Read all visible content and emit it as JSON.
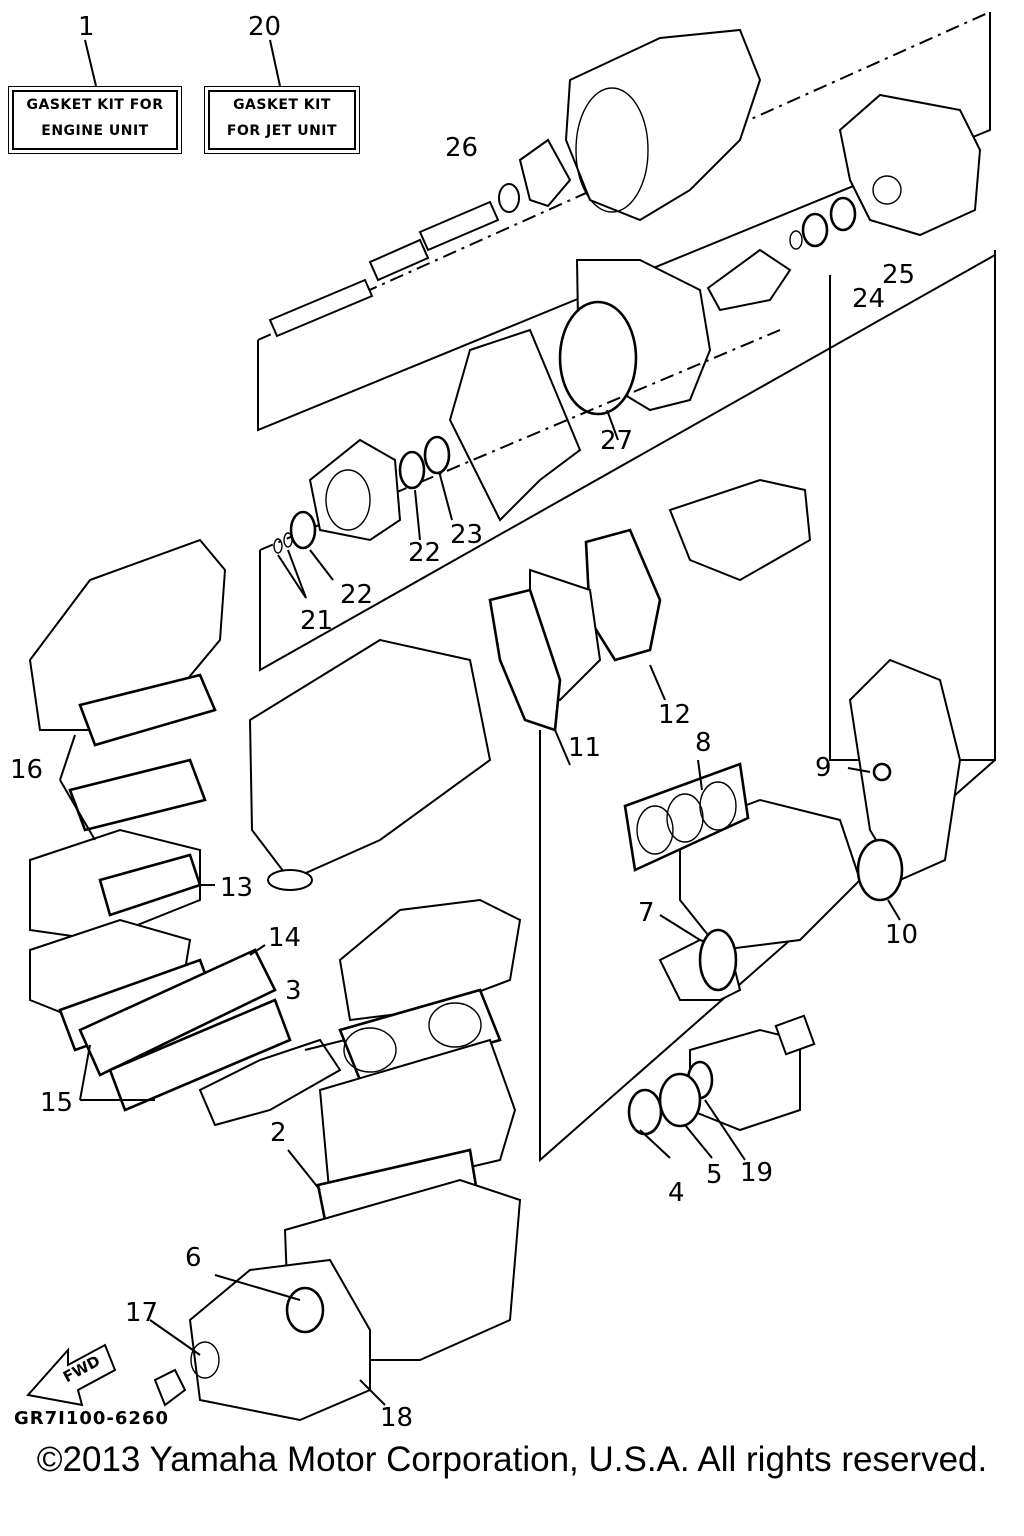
{
  "kits": {
    "engine": {
      "number": "1",
      "line1": "GASKET KIT FOR",
      "line2": "ENGINE UNIT"
    },
    "jet": {
      "number": "20",
      "line1": "GASKET KIT",
      "line2": "FOR JET UNIT"
    }
  },
  "callouts": [
    "2",
    "3",
    "4",
    "5",
    "6",
    "7",
    "8",
    "9",
    "10",
    "11",
    "12",
    "13",
    "14",
    "15",
    "16",
    "17",
    "18",
    "19",
    "21",
    "22",
    "22",
    "23",
    "24",
    "25",
    "26",
    "27"
  ],
  "fwd_label": "FWD",
  "part_code": "GR7I100-6260",
  "copyright": "©2013 Yamaha Motor Corporation, U.S.A. All rights reserved."
}
